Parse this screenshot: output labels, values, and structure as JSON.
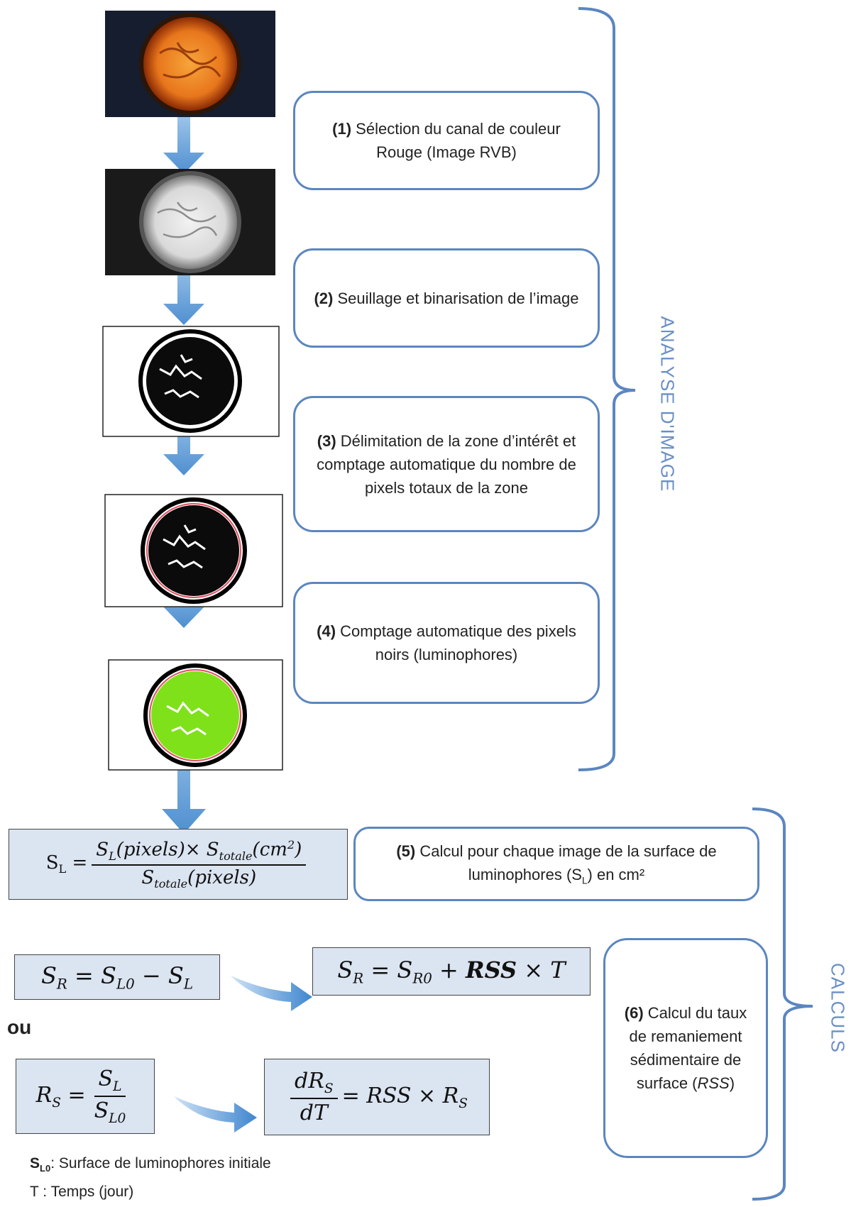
{
  "steps": [
    {
      "num": "(1)",
      "text": "Sélection du canal de couleur Rouge (Image RVB)"
    },
    {
      "num": "(2)",
      "text": "Seuillage et binarisation de l’image"
    },
    {
      "num": "(3)",
      "text": "Délimitation de la zone d’intérêt et comptage automatique du nombre de pixels totaux de la zone"
    },
    {
      "num": "(4)",
      "text": "Comptage automatique des pixels noirs (luminophores)"
    },
    {
      "num": "(5)",
      "text_a": "Calcul pour chaque image de la surface de luminophores (S",
      "text_sub": "L",
      "text_b": ") en cm²"
    },
    {
      "num": "(6)",
      "text_a": "Calcul du taux de remaniement sédimentaire de surface (",
      "text_it": "RSS",
      "text_b": ")"
    }
  ],
  "section_labels": {
    "image_analysis": "ANALYSE D'IMAGE",
    "calculations": "CALCULS"
  },
  "equations": {
    "sl_formula": {
      "lhs": "S",
      "lhs_sub": "L",
      "num": "S_L(pixels)× S_totale(cm²)",
      "den": "S_totale(pixels)"
    },
    "sr_formula": "S_R = S_L0 − S_L",
    "sr_linear": "S_R = S_R0 + RSS × T",
    "connector": "ou",
    "rs_formula": "R_S = S_L / S_L0",
    "rs_differential": "dR_S / dT = RSS × R_S"
  },
  "legend": [
    {
      "sym": "S",
      "sub": "L0",
      "text": ": Surface de luminophores  initiale"
    },
    {
      "sym": "T",
      "sub": "",
      "text": " : Temps (jour)"
    }
  ],
  "colors": {
    "box_border": "#5b86c0",
    "bracket": "#5b86c0",
    "label": "#6a8fc6",
    "equation_fill": "#dbe4f1",
    "arrow": "#6aa6d8"
  },
  "icons": [
    "red-channel-image",
    "grayscale-image",
    "binary-image",
    "roi-image",
    "green-count-image",
    "down-arrow-icon",
    "right-arrow-icon"
  ]
}
